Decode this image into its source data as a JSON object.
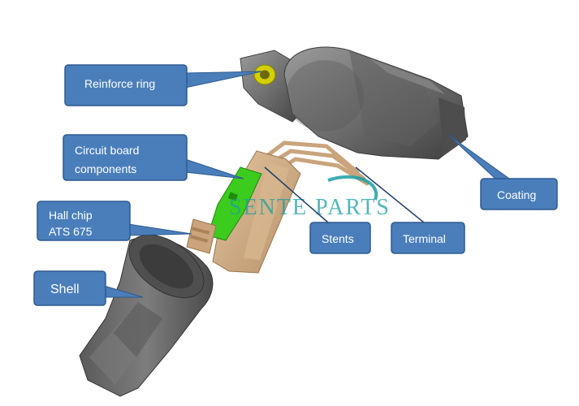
{
  "diagram": {
    "labels": {
      "reinforce_ring": "Reinforce ring",
      "circuit_board_line1": "Circuit board",
      "circuit_board_line2": "components",
      "hall_chip_line1": "Hall chip",
      "hall_chip_line2": "ATS 675",
      "shell": "Shell",
      "stents": "Stents",
      "terminal": "Terminal",
      "coating": "Coating"
    },
    "watermark": "SENTE PARTS",
    "colors": {
      "callout_fill": "#4a7ebb",
      "callout_stroke": "#2e5a8f",
      "callout_text": "#ffffff",
      "body_gray": "#6d6d6d",
      "frame_tan": "#c9a47c",
      "circuit_green": "#3ccc1e",
      "ring_yellow": "#d4d000",
      "watermark_teal": "#1aa0a4"
    }
  }
}
